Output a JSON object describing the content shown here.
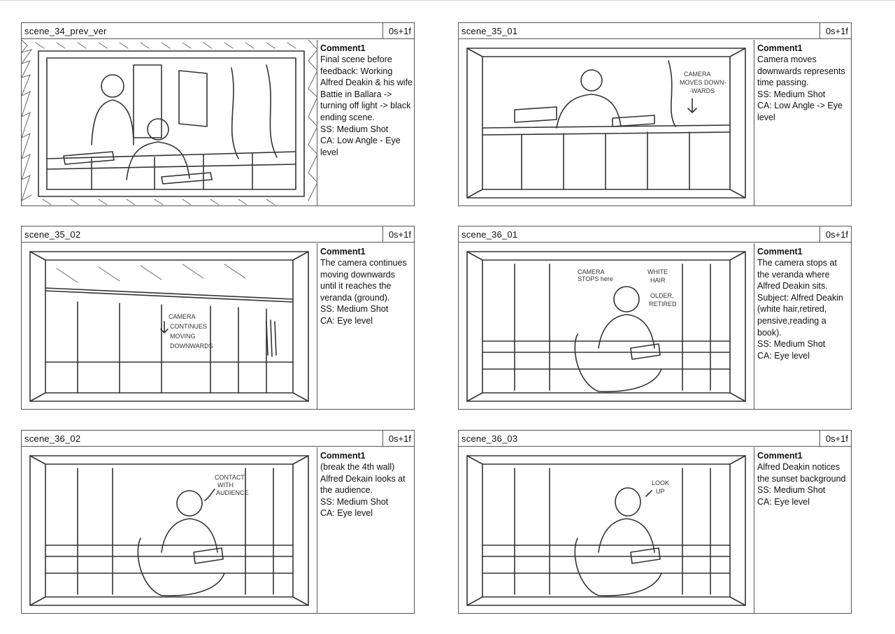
{
  "comment_heading": "Comment1",
  "panels": [
    {
      "scene": "scene_34_prev_ver",
      "duration": "0s+1f",
      "comment": " Final scene before feedback: Working Alfred Deakin & his wife Battie in Ballara -> turning off light -> black ending scene.\nSS: Medium Shot\nCA: Low Angle - Eye level"
    },
    {
      "scene": "scene_35_01",
      "duration": "0s+1f",
      "comment": " Camera moves downwards represents time passing.\nSS: Medium Shot\nCA: Low Angle -> Eye level",
      "sketch_note": [
        "CAMERA",
        "MOVES DOWN-",
        "-WARDS"
      ]
    },
    {
      "scene": "scene_35_02",
      "duration": "0s+1f",
      "comment": " The camera continues moving downwards until it reaches the veranda (ground).\nSS: Medium Shot\nCA: Eye level",
      "sketch_note": [
        "CAMERA",
        "CONTINUES",
        "MOVING",
        "DOWNWARDS"
      ]
    },
    {
      "scene": "scene_36_01",
      "duration": "0s+1f",
      "comment": " The camera stops at the veranda where Alfred Deakin sits.\nSubject: Alfred Deakin (white hair,retired, pensive,reading a book).\nSS: Medium Shot\nCA: Eye level",
      "sketch_note": [
        "CAMERA",
        "STOPS here",
        "WHITE",
        "HAIR",
        "OLDER,",
        "RETIRED"
      ]
    },
    {
      "scene": "scene_36_02",
      "duration": "0s+1f",
      "comment": " (break the 4th wall) Alfred Dekain looks at the audience.\nSS: Medium Shot\nCA: Eye level",
      "sketch_note": [
        "CONTACT",
        "WITH",
        "AUDIENCE"
      ]
    },
    {
      "scene": "scene_36_03",
      "duration": "0s+1f",
      "comment": " Alfred Deakin notices the sunset background\nSS: Medium Shot\nCA: Eye level",
      "sketch_note": [
        "LOOK",
        "UP"
      ]
    }
  ]
}
